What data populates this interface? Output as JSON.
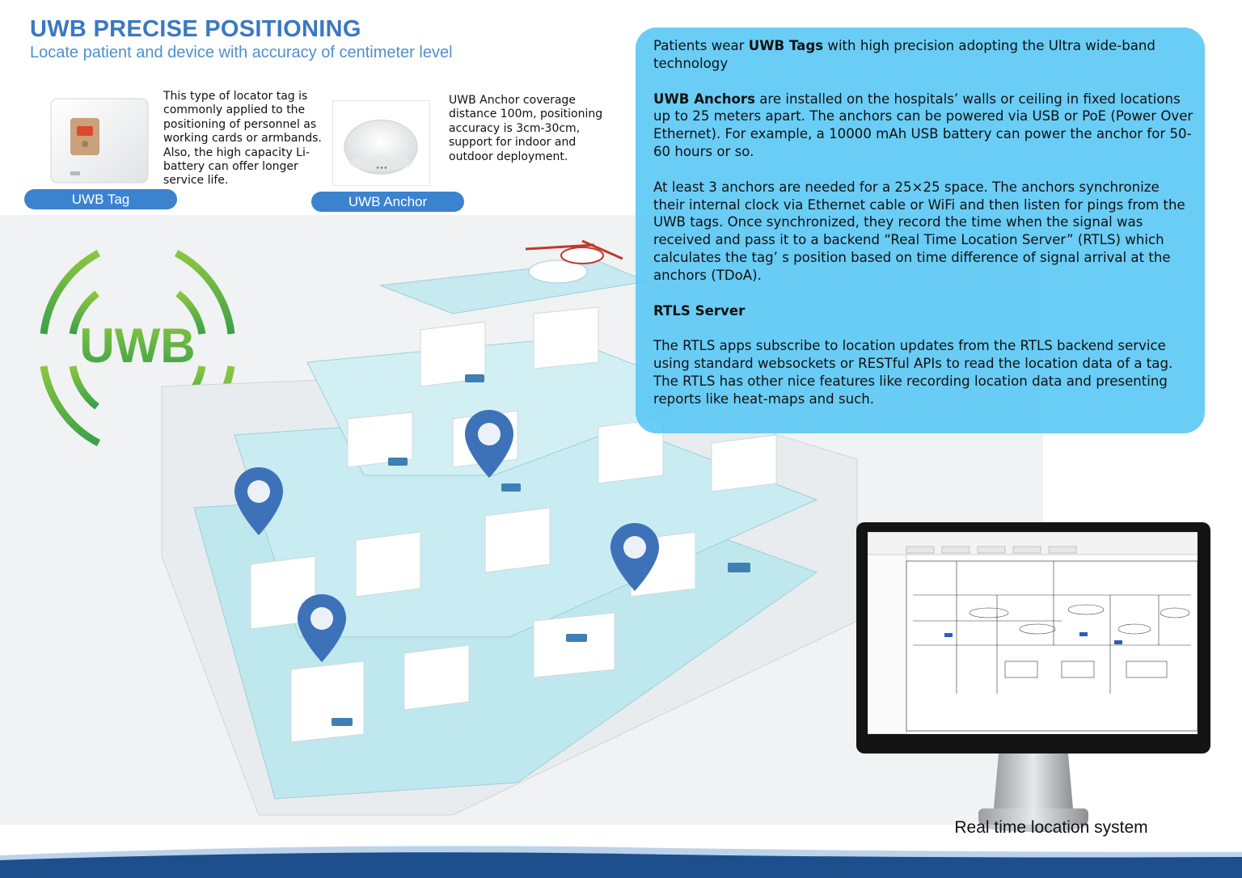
{
  "header": {
    "title": "UWB PRECISE POSITIONING",
    "subtitle": "Locate patient and device with accuracy of centimeter level"
  },
  "products": {
    "tag": {
      "label": "UWB Tag",
      "description": "This type of locator tag is commonly applied to the positioning of personnel as working cards or armbands. Also, the high capacity Li-battery can offer longer service life."
    },
    "anchor": {
      "label": "UWB Anchor",
      "description": "UWB Anchor coverage distance 100m, positioning accuracy is 3cm-30cm, support for indoor and outdoor deployment."
    }
  },
  "logo": {
    "text": "UWB"
  },
  "info": {
    "p1_pre": "Patients wear ",
    "p1_bold": "UWB Tags",
    "p1_post": "  with high precision adopting the Ultra wide-band technology",
    "p2_bold": "UWB Anchors",
    "p2_post": " are installed on the hospitals’ walls or ceiling in fixed locations up to 25 meters apart. The anchors can be powered via USB or PoE (Power Over Ethernet).  For example, a 10000 mAh USB battery can power the anchor for 50-60 hours or so.",
    "p3": "At least 3 anchors are needed for a 25×25 space. The anchors synchronize their internal clock via Ethernet cable or WiFi and then listen for pings from the UWB tags. Once synchronized, they record the time when the signal was received and pass it to a backend “Real Time Location Server” (RTLS) which calculates the tag’ s position based on time difference of signal arrival at the anchors (TDoA).",
    "p4_heading": "RTLS Server",
    "p5": "The RTLS apps subscribe to location updates from the RTLS backend service using standard websockets or RESTful APIs to read the location data of a tag. The RTLS has other nice features like recording location data and presenting reports like heat-maps and such."
  },
  "monitor": {
    "caption": "Real time location system"
  },
  "colors": {
    "title_blue": "#3a78c2",
    "subtitle_blue": "#4f8fcf",
    "pill_blue": "#3b82cf",
    "info_box": "#5ac8f5",
    "uwb_green": "#8cc63f",
    "uwb_green_dark": "#3aa14a",
    "pin_blue": "#3d72b8",
    "floor_teal": "#bfe8ee",
    "wave_dark": "#1d4f8d"
  },
  "icons": [
    "map-pin-icon",
    "uwb-signal-icon"
  ]
}
